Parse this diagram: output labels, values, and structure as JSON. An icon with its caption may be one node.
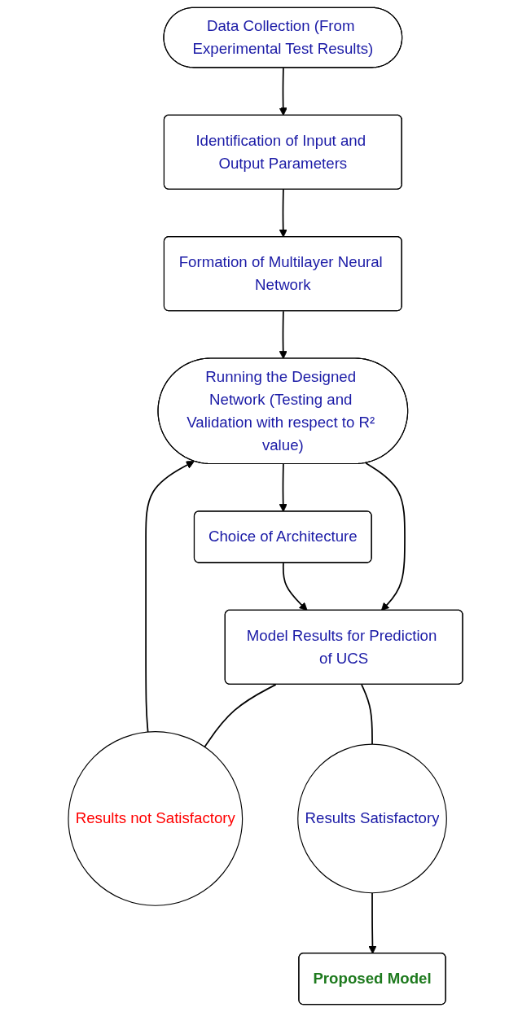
{
  "diagram": {
    "nodes": [
      {
        "text": [
          "Data Collection (From Experimental Test Results)"
        ]
      },
      {
        "text": [
          "Identification of Input and Output Parameters"
        ]
      },
      {
        "text": [
          "Formation of Multilayer Neural Network"
        ]
      },
      {
        "text": [
          "Running the Designed Network (Testing and Validation with respect to R² value)"
        ]
      },
      {
        "text": [
          "Choice of Architecture"
        ]
      },
      {
        "text": [
          "Model Results for Prediction of UCS"
        ]
      },
      {
        "text": [
          "Results not Satisfactory"
        ]
      },
      {
        "text": [
          "Results Satisfactory"
        ]
      },
      {
        "text": [
          "Proposed Model"
        ]
      }
    ],
    "edges": [
      {
        "from": 0,
        "to": 1,
        "arrow": "to"
      },
      {
        "from": 1,
        "to": 2,
        "arrow": "to"
      },
      {
        "from": 2,
        "to": 3,
        "arrow": "to"
      },
      {
        "from": 3,
        "to": 4,
        "arrow": "to"
      },
      {
        "from": 3,
        "to": 5,
        "arrow": "to"
      },
      {
        "from": 4,
        "to": 5,
        "arrow": "to"
      },
      {
        "from": 5,
        "to": 6,
        "arrow": "none"
      },
      {
        "from": 6,
        "to": 3,
        "arrow": "to"
      },
      {
        "from": 5,
        "to": 7,
        "arrow": "none"
      },
      {
        "from": 7,
        "to": 8,
        "arrow": "to"
      }
    ]
  }
}
